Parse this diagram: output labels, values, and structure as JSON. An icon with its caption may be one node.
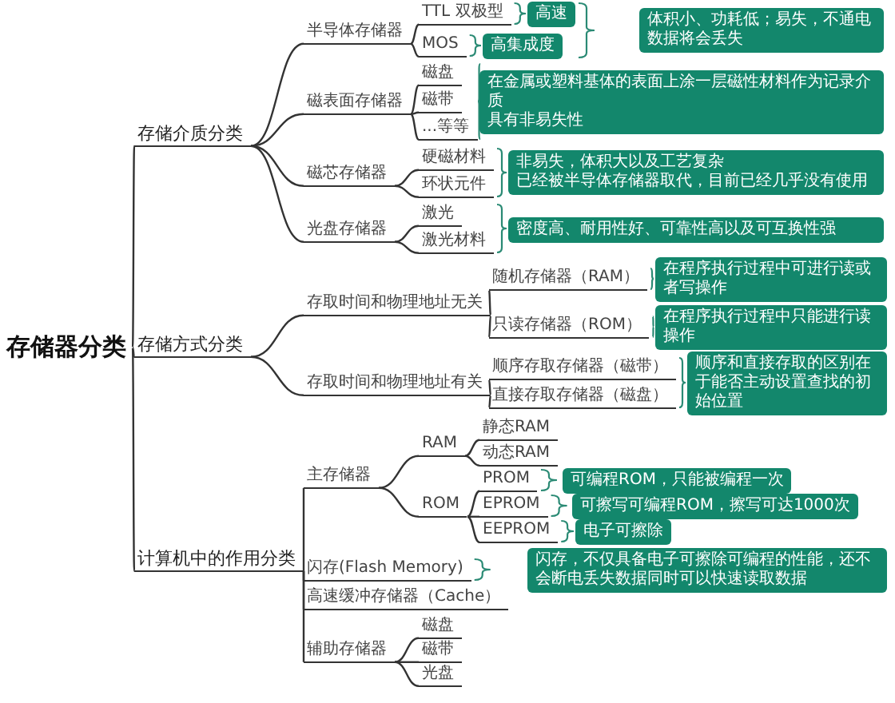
{
  "diagram": {
    "nodes": [
      {
        "text": [
          "存储器分类"
        ]
      },
      {
        "text": [
          "存储介质分类"
        ]
      },
      {
        "text": [
          "半导体存储器"
        ]
      },
      {
        "text": [
          "TTL 双极型"
        ]
      },
      {
        "text": [
          "MOS"
        ]
      },
      {
        "text": [
          "高速"
        ]
      },
      {
        "text": [
          "高集成度"
        ]
      },
      {
        "text": [
          "体积小、功耗低；易失，不通电数据将会丢失"
        ]
      },
      {
        "text": [
          "磁表面存储器"
        ]
      },
      {
        "text": [
          "磁盘"
        ]
      },
      {
        "text": [
          "磁带"
        ]
      },
      {
        "text": [
          "...等等"
        ]
      },
      {
        "text": [
          "在金属或塑料基体的表面上涂一层磁性材料作为记录介质",
          "具有非易失性"
        ]
      },
      {
        "text": [
          "磁芯存储器"
        ]
      },
      {
        "text": [
          "硬磁材料"
        ]
      },
      {
        "text": [
          "环状元件"
        ]
      },
      {
        "text": [
          "非易失，体积大以及工艺复杂",
          "已经被半导体存储器取代，目前已经几乎没有使用"
        ]
      },
      {
        "text": [
          "光盘存储器"
        ]
      },
      {
        "text": [
          "激光"
        ]
      },
      {
        "text": [
          "激光材料"
        ]
      },
      {
        "text": [
          "密度高、耐用性好、可靠性高以及可互换性强"
        ]
      },
      {
        "text": [
          "存储方式分类"
        ]
      },
      {
        "text": [
          "存取时间和物理地址无关"
        ]
      },
      {
        "text": [
          "随机存储器（RAM）"
        ]
      },
      {
        "text": [
          "在程序执行过程中可进行读或者写操作"
        ]
      },
      {
        "text": [
          "只读存储器（ROM）"
        ]
      },
      {
        "text": [
          "在程序执行过程中只能进行读操作"
        ]
      },
      {
        "text": [
          "存取时间和物理地址有关"
        ]
      },
      {
        "text": [
          "顺序存取存储器（磁带）"
        ]
      },
      {
        "text": [
          "直接存取存储器（磁盘）"
        ]
      },
      {
        "text": [
          "顺序和直接存取的区别在于能否主动设置查找的初始位置"
        ]
      },
      {
        "text": [
          "计算机中的作用分类"
        ]
      },
      {
        "text": [
          "主存储器"
        ]
      },
      {
        "text": [
          "RAM"
        ]
      },
      {
        "text": [
          "静态RAM"
        ]
      },
      {
        "text": [
          "动态RAM"
        ]
      },
      {
        "text": [
          "ROM"
        ]
      },
      {
        "text": [
          "PROM"
        ]
      },
      {
        "text": [
          "可编程ROM，只能被编程一次"
        ]
      },
      {
        "text": [
          "EPROM"
        ]
      },
      {
        "text": [
          "可擦写可编程ROM，擦写可达1000次"
        ]
      },
      {
        "text": [
          "EEPROM"
        ]
      },
      {
        "text": [
          "电子可擦除"
        ]
      },
      {
        "text": [
          "闪存(Flash Memory)"
        ]
      },
      {
        "text": [
          "闪存，不仅具备电子可擦除可编程的性能，还不会断电丢失数据同时可以快速读取数据"
        ]
      },
      {
        "text": [
          "高速缓冲存储器（Cache）"
        ]
      },
      {
        "text": [
          "辅助存储器"
        ]
      },
      {
        "text": [
          "磁盘"
        ]
      },
      {
        "text": [
          "磁带"
        ]
      },
      {
        "text": [
          "光盘"
        ]
      }
    ],
    "edges": [
      {
        "from": 0,
        "to": 1,
        "arrow": "none"
      },
      {
        "from": 0,
        "to": 21,
        "arrow": "none"
      },
      {
        "from": 0,
        "to": 31,
        "arrow": "none"
      },
      {
        "from": 1,
        "to": 2,
        "arrow": "none"
      },
      {
        "from": 1,
        "to": 8,
        "arrow": "none"
      },
      {
        "from": 1,
        "to": 13,
        "arrow": "none"
      },
      {
        "from": 1,
        "to": 17,
        "arrow": "none"
      },
      {
        "from": 2,
        "to": 3,
        "arrow": "none"
      },
      {
        "from": 2,
        "to": 4,
        "arrow": "none"
      },
      {
        "from": 8,
        "to": 9,
        "arrow": "none"
      },
      {
        "from": 8,
        "to": 10,
        "arrow": "none"
      },
      {
        "from": 8,
        "to": 11,
        "arrow": "none"
      },
      {
        "from": 13,
        "to": 14,
        "arrow": "none"
      },
      {
        "from": 13,
        "to": 15,
        "arrow": "none"
      },
      {
        "from": 17,
        "to": 18,
        "arrow": "none"
      },
      {
        "from": 17,
        "to": 19,
        "arrow": "none"
      },
      {
        "from": 21,
        "to": 22,
        "arrow": "none"
      },
      {
        "from": 21,
        "to": 27,
        "arrow": "none"
      },
      {
        "from": 22,
        "to": 23,
        "arrow": "none"
      },
      {
        "from": 22,
        "to": 25,
        "arrow": "none"
      },
      {
        "from": 27,
        "to": 28,
        "arrow": "none"
      },
      {
        "from": 27,
        "to": 29,
        "arrow": "none"
      },
      {
        "from": 31,
        "to": 32,
        "arrow": "none"
      },
      {
        "from": 31,
        "to": 43,
        "arrow": "none"
      },
      {
        "from": 31,
        "to": 45,
        "arrow": "none"
      },
      {
        "from": 31,
        "to": 46,
        "arrow": "none"
      },
      {
        "from": 32,
        "to": 33,
        "arrow": "none"
      },
      {
        "from": 32,
        "to": 36,
        "arrow": "none"
      },
      {
        "from": 33,
        "to": 34,
        "arrow": "none"
      },
      {
        "from": 33,
        "to": 35,
        "arrow": "none"
      },
      {
        "from": 36,
        "to": 37,
        "arrow": "none"
      },
      {
        "from": 36,
        "to": 39,
        "arrow": "none"
      },
      {
        "from": 36,
        "to": 41,
        "arrow": "none"
      },
      {
        "from": 46,
        "to": 47,
        "arrow": "none"
      },
      {
        "from": 46,
        "to": 48,
        "arrow": "none"
      },
      {
        "from": 46,
        "to": 49,
        "arrow": "none"
      }
    ]
  }
}
